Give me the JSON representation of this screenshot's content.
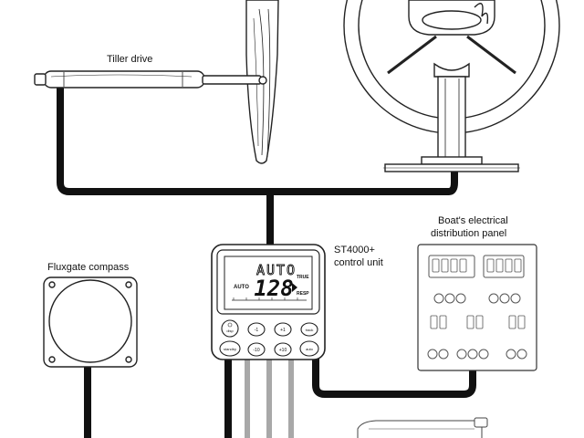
{
  "labels": {
    "tiller_drive": "Tiller drive",
    "fluxgate_compass": "Fluxgate compass",
    "control_unit_line1": "ST4000+",
    "control_unit_line2": "control unit",
    "panel_line1": "Boat's electrical",
    "panel_line2": "distribution panel"
  },
  "control_unit": {
    "mode_text": "AUTO",
    "heading": "128",
    "mode_small": "AUTO",
    "true_label": "TRUE",
    "resp_label": "RESP",
    "buttons": {
      "disp": "disp",
      "minus_1": "-1",
      "plus_1": "+1",
      "track": "track",
      "standby": "standby",
      "minus_10": "-10",
      "plus_10": "+10",
      "auto": "auto"
    }
  },
  "colors": {
    "cable": "#111111",
    "gray_cable": "#a8a8a8",
    "line": "#222222"
  }
}
